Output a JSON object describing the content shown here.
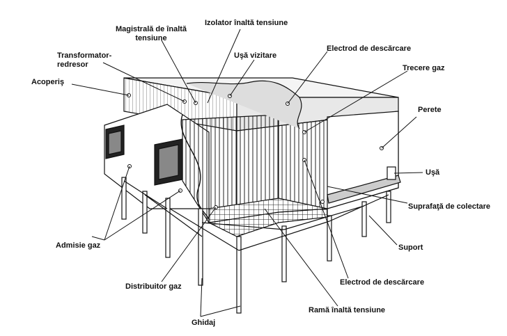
{
  "labels": {
    "magistrala": [
      "Magistrală de înaltă",
      "tensiune"
    ],
    "izolator": "Izolator înaltă tensiune",
    "usa_vizitare": "Uşă vizitare",
    "electrod_top": "Electrod de descărcare",
    "transformator": [
      "Transformator-",
      "redresor"
    ],
    "trecere_gaz": "Trecere gaz",
    "acoperis": "Acoperiş",
    "perete": "Perete",
    "usa": "Uşă",
    "suprafata": "Suprafaţă de colectare",
    "admisie": "Admisie gaz",
    "suport": "Suport",
    "distribuitor": "Distribuitor gaz",
    "electrod_bottom": "Electrod de descărcare",
    "rama": "Ramă înaltă tensiune",
    "ghidaj": "Ghidaj"
  },
  "colors": {
    "ink": "#111111",
    "paper": "#ffffff",
    "shade": "#d9d9d9",
    "dark": "#444444"
  }
}
